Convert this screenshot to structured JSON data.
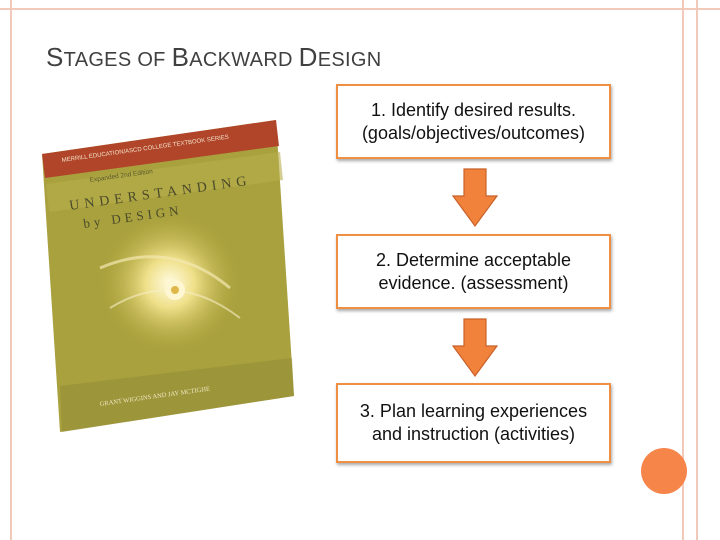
{
  "slide": {
    "title_parts": [
      "S",
      "TAGES OF ",
      "B",
      "ACKWARD ",
      "D",
      "ESIGN"
    ],
    "accent_color": "#ef8f44",
    "frame_color": "#f2c9b9"
  },
  "steps": [
    {
      "line1": "1. Identify desired results.",
      "line2": "(goals/objectives/outcomes)"
    },
    {
      "line1": "2. Determine acceptable",
      "line2": "evidence. (assessment)"
    },
    {
      "line1": "3. Plan learning experiences",
      "line2": "and instruction (activities)"
    }
  ],
  "book": {
    "series": "MERRILL EDUCATION/ASCD COLLEGE TEXTBOOK SERIES",
    "edition": "Expanded 2nd Edition",
    "title_line1": "UNDERSTANDING",
    "title_line2": "by DESIGN",
    "authors": "GRANT WIGGINS AND JAY MCTIGHE"
  }
}
